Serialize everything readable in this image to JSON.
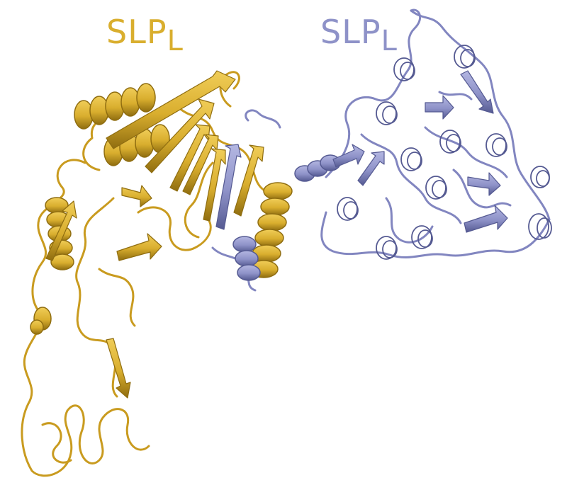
{
  "labels": {
    "left": {
      "main": "SLP",
      "sub": "L"
    },
    "right": {
      "main": "SLP",
      "sub": "L"
    }
  },
  "colors": {
    "gold": "#d9ae2e",
    "gold_dark": "#8f6d10",
    "gold_light": "#f0cd58",
    "lavender": "#8e92c8",
    "lavender_dark": "#555a92",
    "lavender_light": "#b4b7e2"
  },
  "icons": [
    "protein-cartoon-structure"
  ]
}
